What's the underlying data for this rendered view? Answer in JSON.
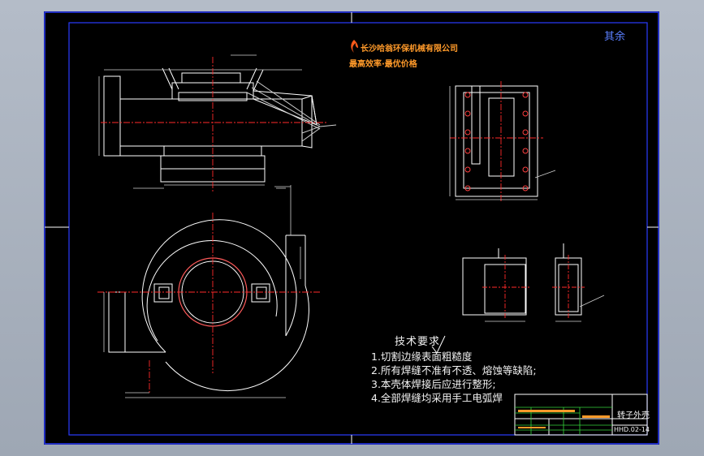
{
  "drawing": {
    "company_name": "长沙哈翁环保机械有限公司",
    "slogan": "最高效率·最优价格",
    "corner_mark": "其余"
  },
  "technical_requirements": {
    "title": "技术要求",
    "items": [
      "1.切割边缘表面粗糙度",
      "2.所有焊缝不准有不透、熔蚀等缺陷;",
      "3.本壳体焊接后应进行整形;",
      "4.全部焊缝均采用手工电弧焊"
    ]
  },
  "title_block": {
    "part_name": "转子外壳",
    "drawing_number": "HHD.02-14"
  },
  "colors": {
    "frame": "#1b2dff",
    "outline": "#ffffff",
    "center_line": "#ff2a2a",
    "dim": "#d8d8d8",
    "accent": "#ff9a2a",
    "title_green": "#35d63b"
  }
}
